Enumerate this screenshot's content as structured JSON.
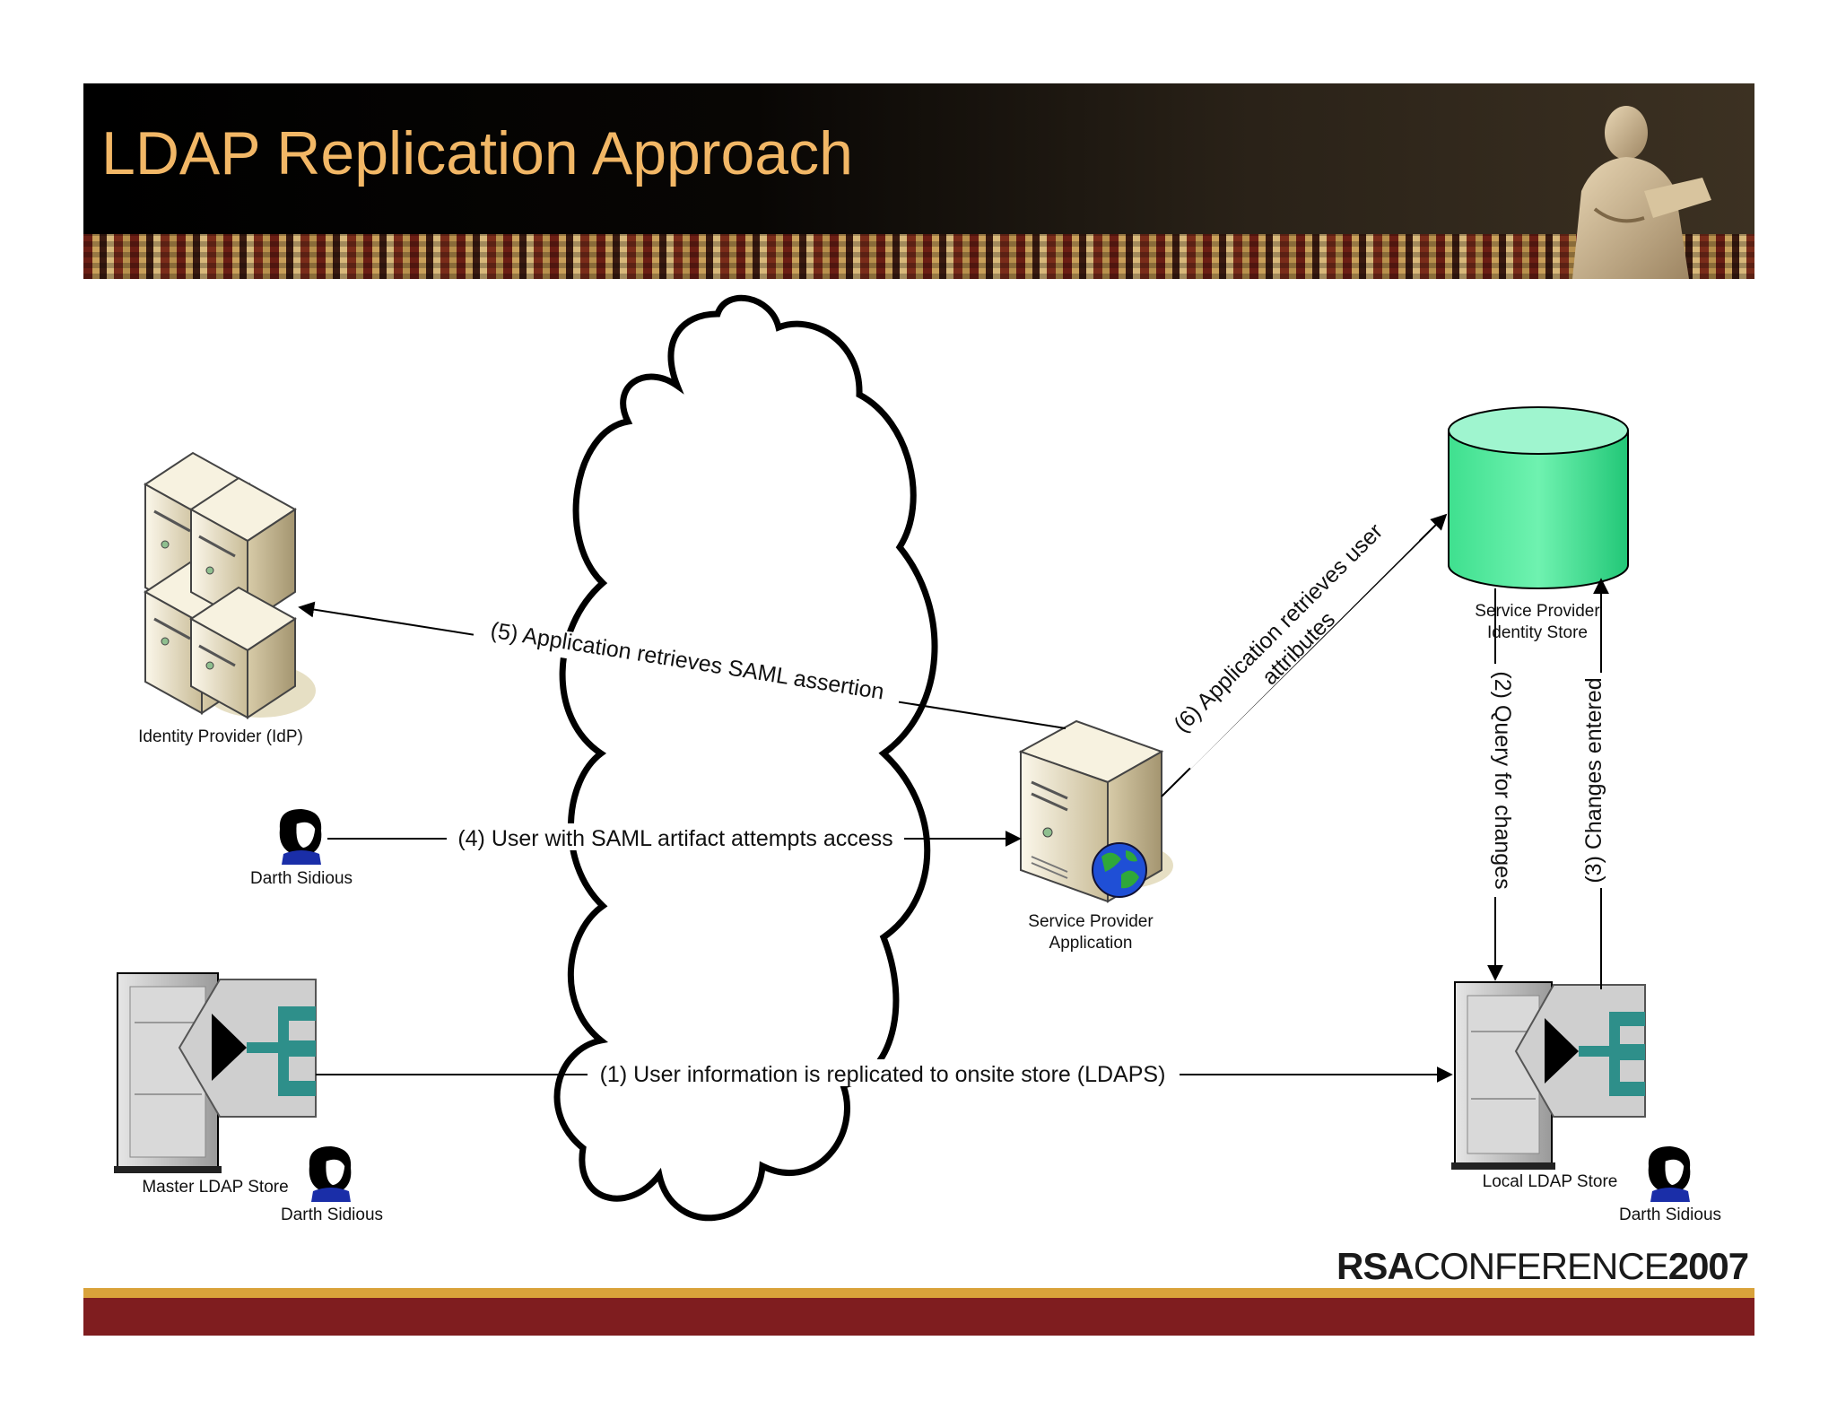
{
  "title": "LDAP Replication Approach",
  "nodes": {
    "idp": "Identity Provider (IdP)",
    "user_top": "Darth Sidious",
    "sp_app_line1": "Service Provider",
    "sp_app_line2": "Application",
    "sp_store_line1": "Service Provider",
    "sp_store_line2": "Identity Store",
    "master_ldap": "Master LDAP Store",
    "user_master": "Darth Sidious",
    "local_ldap": "Local LDAP Store",
    "user_local": "Darth Sidious"
  },
  "edges": {
    "e1": "(1) User information is replicated to onsite store (LDAPS)",
    "e2": "(2) Query for changes",
    "e3": "(3) Changes entered",
    "e4": "(4) User with SAML artifact attempts access",
    "e5": "(5) Application retrieves SAML assertion",
    "e6_line1": "(6) Application retrieves user",
    "e6_line2": "attributes"
  },
  "footer": {
    "logo_rsa": "RSA",
    "logo_conference": "CONFERENCE",
    "logo_year": "2007"
  },
  "colors": {
    "title": "#f2b766",
    "cylinder_top": "#9ff5cf",
    "cylinder_body": "#3fe08f",
    "bar_gold": "#d9a23a",
    "bar_red": "#7f1d1f",
    "ldap_teal": "#2e8f8a"
  }
}
